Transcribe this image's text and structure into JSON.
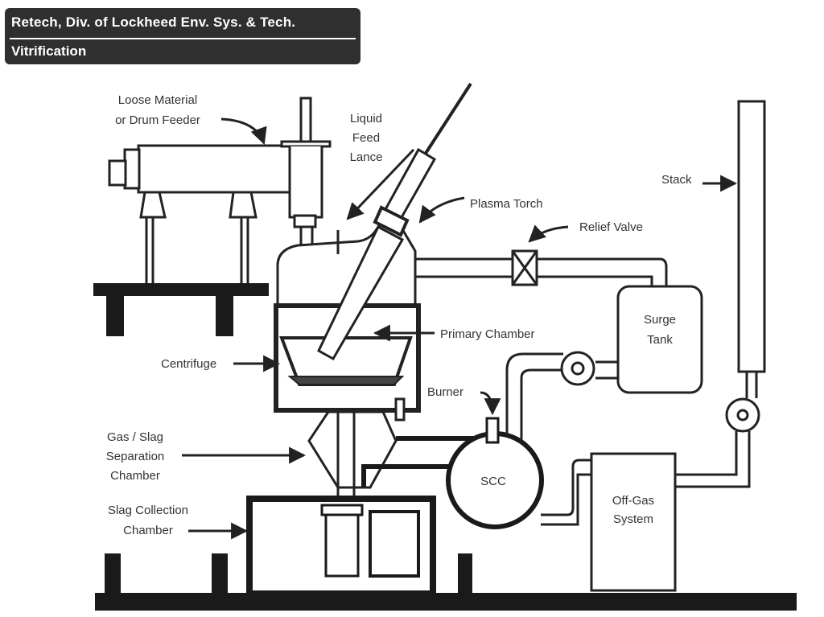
{
  "header": {
    "title": "Retech, Div. of Lockheed Env. Sys. & Tech.",
    "subtitle": "Vitrification"
  },
  "labels": {
    "feeder_line1": "Loose Material",
    "feeder_line2": "or Drum Feeder",
    "lance_line1": "Liquid",
    "lance_line2": "Feed",
    "lance_line3": "Lance",
    "plasma_torch": "Plasma Torch",
    "relief_valve": "Relief Valve",
    "stack": "Stack",
    "surge_line1": "Surge",
    "surge_line2": "Tank",
    "primary_chamber": "Primary Chamber",
    "centrifuge": "Centrifuge",
    "burner": "Burner",
    "gas_line1": "Gas / Slag",
    "gas_line2": "Separation",
    "gas_line3": "Chamber",
    "scc": "SCC",
    "slag_line1": "Slag Collection",
    "slag_line2": "Chamber",
    "offgas_line1": "Off-Gas",
    "offgas_line2": "System"
  }
}
